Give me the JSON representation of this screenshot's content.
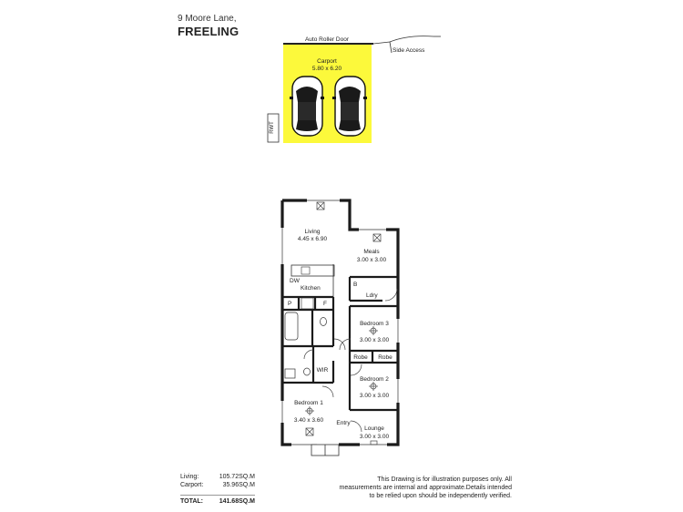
{
  "address": {
    "street": "9 Moore Lane,",
    "suburb": "FREELING"
  },
  "colors": {
    "carport": "#fcf93b",
    "wall": "#1b1b1b",
    "line": "#333333"
  },
  "labels": {
    "roller_door": "Auto Roller Door",
    "side_access": "Side Access",
    "rwt": "RWT",
    "carport": {
      "name": "Carport",
      "dims": "5.80 x 6.20"
    },
    "living": {
      "name": "Living",
      "dims": "4.45 x 6.90"
    },
    "meals": {
      "name": "Meals",
      "dims": "3.00 x 3.00"
    },
    "dw": "DW",
    "kitchen": "Kitchen",
    "b": "B",
    "ldry": "Ldry",
    "p": "P",
    "f": "F",
    "bedroom3": {
      "name": "Bedroom 3",
      "dims": "3.00 x 3.00"
    },
    "robe1": "Robe",
    "robe2": "Robe",
    "wir": "WIR",
    "bedroom2": {
      "name": "Bedroom 2",
      "dims": "3.00 x 3.00"
    },
    "bedroom1": {
      "name": "Bedroom 1",
      "dims": "3.40 x 3.60"
    },
    "entry": "Entry",
    "lounge": {
      "name": "Lounge",
      "dims": "3.00 x 3.00"
    }
  },
  "areas": [
    {
      "label": "Living:",
      "value": "105.72SQ.M"
    },
    {
      "label": "Carport:",
      "value": "35.96SQ.M"
    }
  ],
  "total": {
    "label": "TOTAL:",
    "value": "141.68SQ.M"
  },
  "disclaimer": "This Drawing is for illustration purposes only. All measurements are internal and approximate.Details intended to be relied upon should be independently verified."
}
